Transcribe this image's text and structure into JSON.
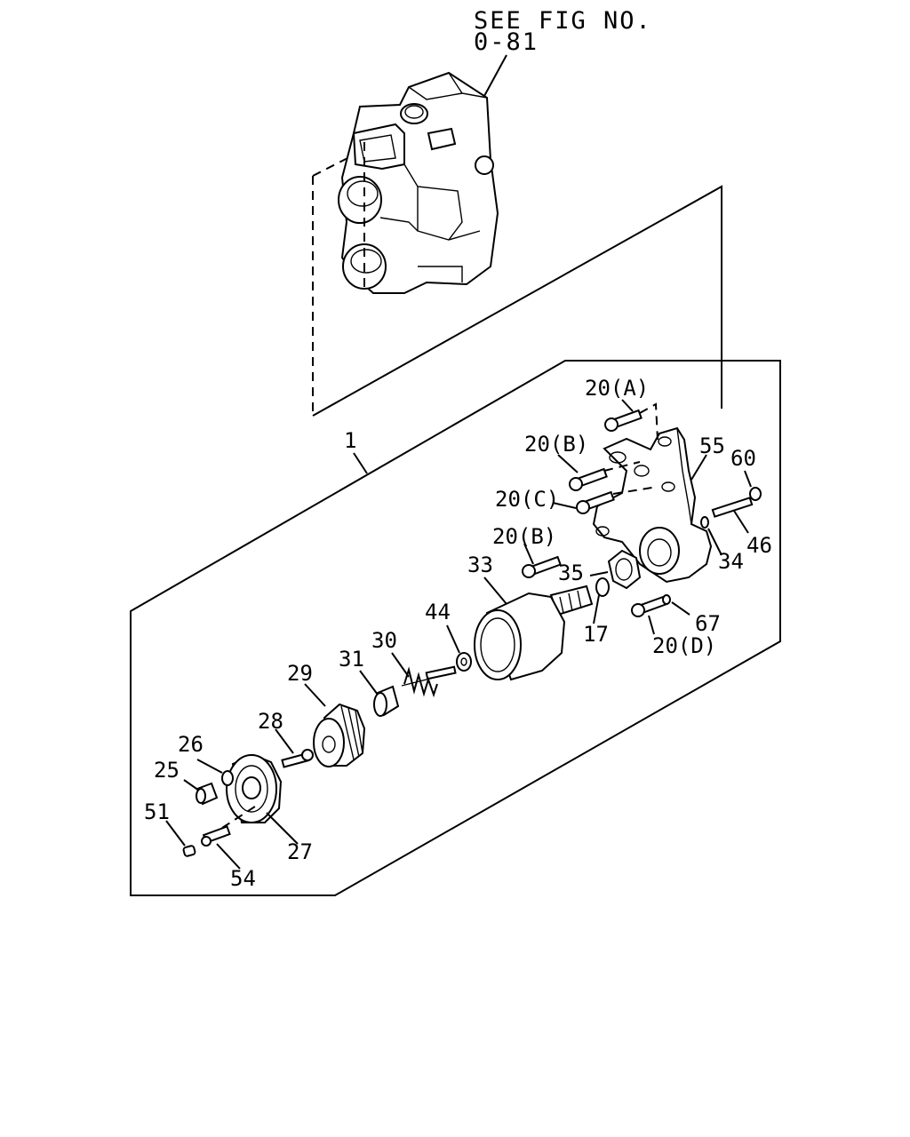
{
  "reference": {
    "line1": "SEE FIG NO.",
    "line2": "0-81"
  },
  "callouts": [
    {
      "id": "c1",
      "text": "1"
    },
    {
      "id": "c20a",
      "text": "20(A)"
    },
    {
      "id": "c20b1",
      "text": "20(B)"
    },
    {
      "id": "c20c",
      "text": "20(C)"
    },
    {
      "id": "c20b2",
      "text": "20(B)"
    },
    {
      "id": "c20d",
      "text": "20(D)"
    },
    {
      "id": "c55",
      "text": "55"
    },
    {
      "id": "c60",
      "text": "60"
    },
    {
      "id": "c46",
      "text": "46"
    },
    {
      "id": "c34",
      "text": "34"
    },
    {
      "id": "c33",
      "text": "33"
    },
    {
      "id": "c35",
      "text": "35"
    },
    {
      "id": "c17",
      "text": "17"
    },
    {
      "id": "c67",
      "text": "67"
    },
    {
      "id": "c44",
      "text": "44"
    },
    {
      "id": "c30",
      "text": "30"
    },
    {
      "id": "c31",
      "text": "31"
    },
    {
      "id": "c29",
      "text": "29"
    },
    {
      "id": "c28",
      "text": "28"
    },
    {
      "id": "c26",
      "text": "26"
    },
    {
      "id": "c25",
      "text": "25"
    },
    {
      "id": "c27",
      "text": "27"
    },
    {
      "id": "c51",
      "text": "51"
    },
    {
      "id": "c54",
      "text": "54"
    }
  ]
}
